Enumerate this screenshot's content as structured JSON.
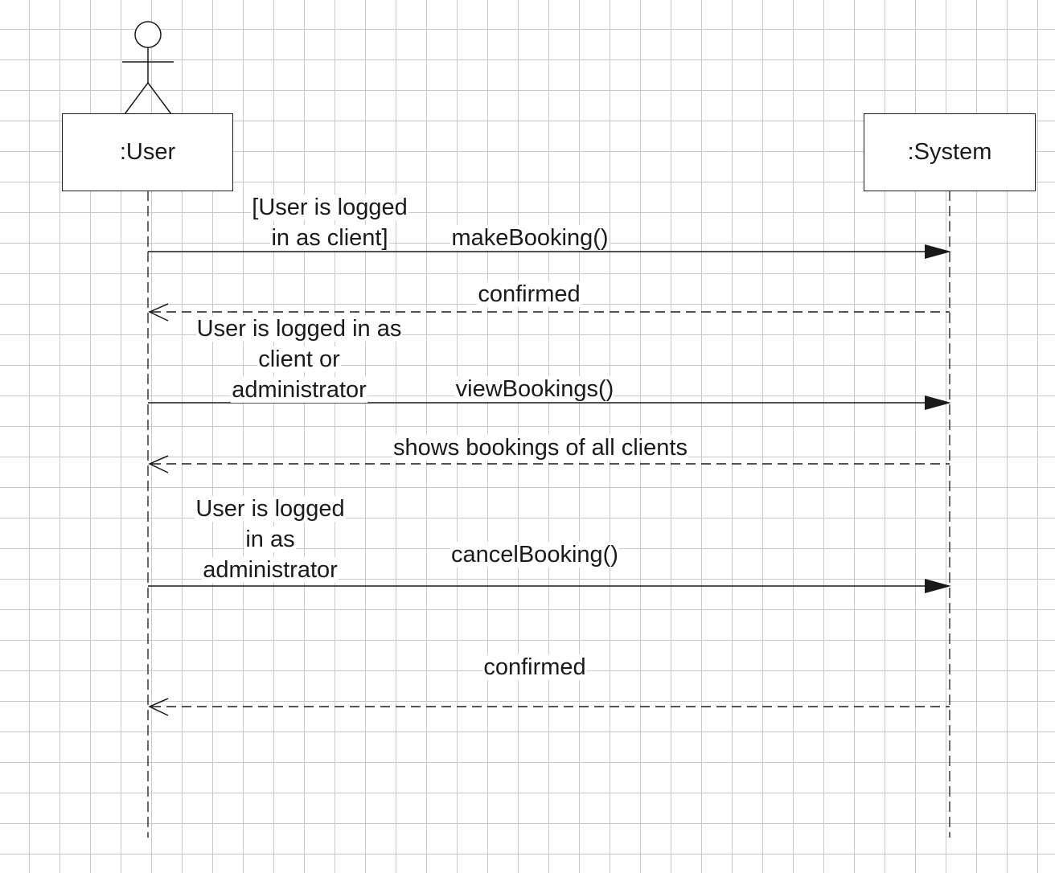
{
  "lifelines": {
    "user": {
      "name": ":User"
    },
    "system": {
      "name": ":System"
    }
  },
  "messages": [
    {
      "guard": [
        "[User is logged",
        "in as client]"
      ],
      "label": "makeBooking()",
      "kind": "sync"
    },
    {
      "label": "confirmed",
      "kind": "return"
    },
    {
      "guard": [
        "User is logged in as",
        "client or",
        "administrator"
      ],
      "label": "viewBookings()",
      "kind": "sync"
    },
    {
      "label": "shows bookings of all clients",
      "kind": "return"
    },
    {
      "guard": [
        "User is logged",
        "in as",
        "administrator"
      ],
      "label": "cancelBooking()",
      "kind": "sync"
    },
    {
      "label": "confirmed",
      "kind": "return"
    }
  ],
  "colors": {
    "line": "#1a1a1a",
    "grid": "#c9c9c9",
    "background": "#ffffff"
  }
}
